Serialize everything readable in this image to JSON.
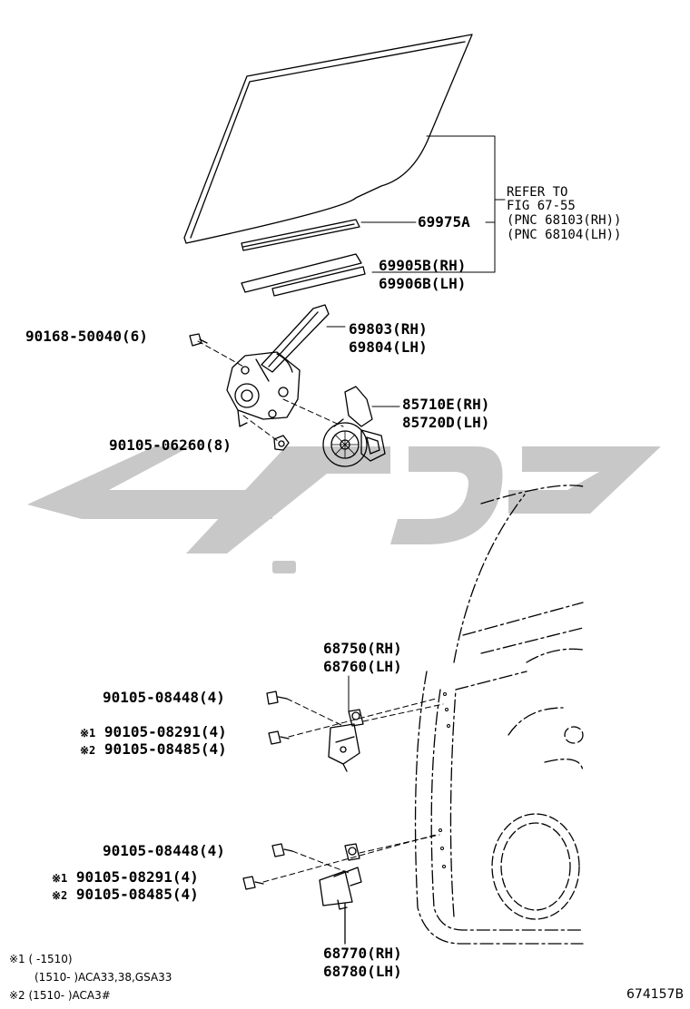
{
  "refer": {
    "line1": "REFER TO",
    "line2": "FIG 67-55",
    "line3": "(PNC 68103(RH))",
    "line4": "(PNC 68104(LH))"
  },
  "parts": {
    "glass_channel": "69975A",
    "channel_rh": "69905B(RH)",
    "channel_lh": "69906B(LH)",
    "regulator_bolt": "90168-50040(6)",
    "regulator_rh": "69803(RH)",
    "regulator_lh": "69804(LH)",
    "motor_rh": "85710E(RH)",
    "motor_lh": "85720D(LH)",
    "motor_nut": "90105-06260(8)",
    "upper_hinge_rh": "68750(RH)",
    "upper_hinge_lh": "68760(LH)",
    "upper_bolt_a": "90105-08448(4)",
    "upper_mark1": "※1",
    "upper_bolt_b": "90105-08291(4)",
    "upper_mark2": "※2",
    "upper_bolt_c": "90105-08485(4)",
    "lower_bolt_a": "90105-08448(4)",
    "lower_mark1": "※1",
    "lower_bolt_b": "90105-08291(4)",
    "lower_mark2": "※2",
    "lower_bolt_c": "90105-08485(4)",
    "lower_hinge_rh": "68770(RH)",
    "lower_hinge_lh": "68780(LH)"
  },
  "notes": {
    "line1": "※1 (        -1510)",
    "line2": "(1510-        )ACA33,38,GSA33",
    "line3": "※2 (1510-        )ACA3#"
  },
  "figure_id": "674157B",
  "colors": {
    "line": "#000000",
    "watermark": "#c8c8c8"
  }
}
